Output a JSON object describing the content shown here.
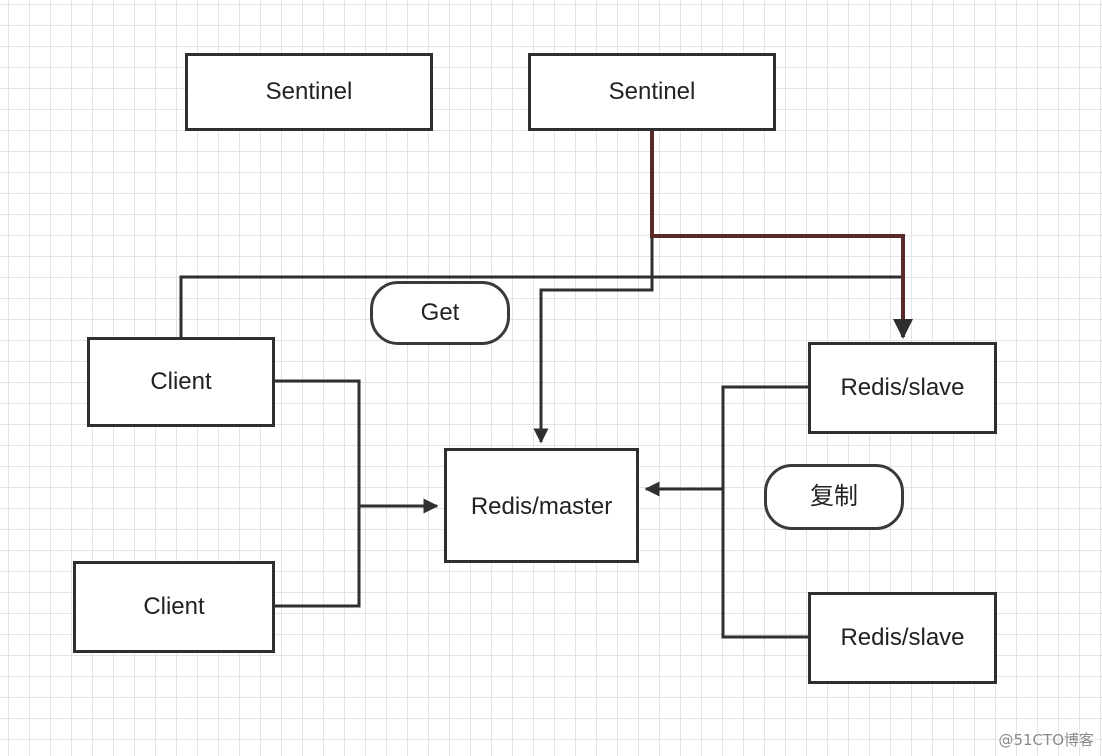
{
  "nodes": {
    "sentinel_left": "Sentinel",
    "sentinel_right": "Sentinel",
    "client_top": "Client",
    "client_bottom": "Client",
    "redis_master": "Redis/master",
    "redis_slave_top": "Redis/slave",
    "redis_slave_bottom": "Redis/slave"
  },
  "labels": {
    "get": "Get",
    "replication": "复制"
  },
  "watermark": "@51CTO博客",
  "colors": {
    "line": "#2f2f2f",
    "highlight_line": "#5a2a28",
    "grid": "#e3e3e3"
  }
}
